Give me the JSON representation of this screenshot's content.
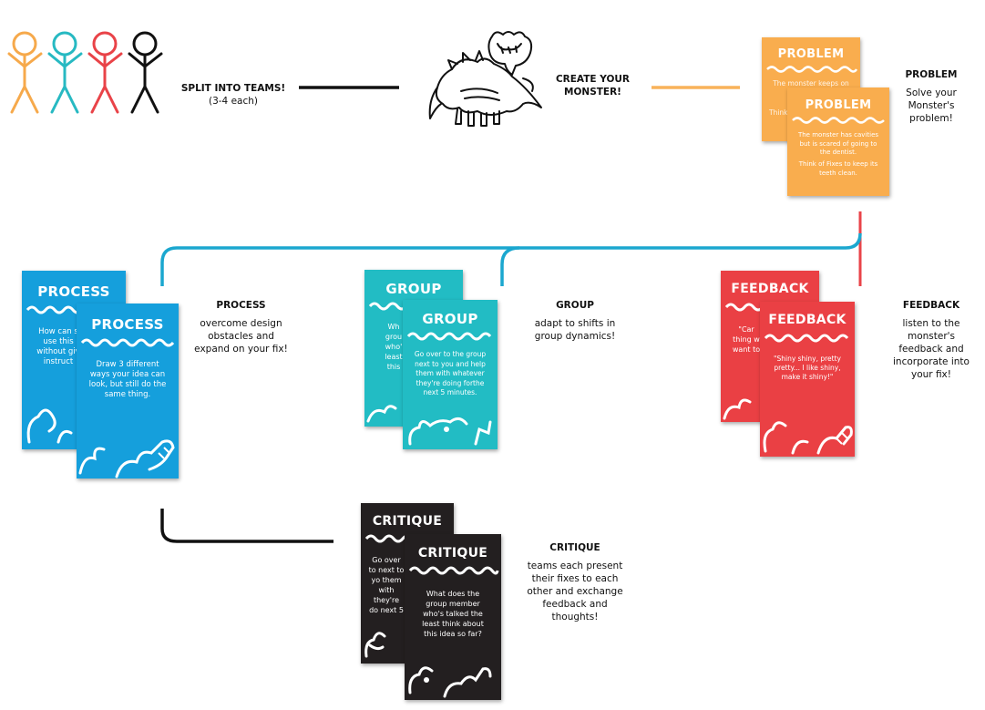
{
  "colors": {
    "orange": "#f9ad4e",
    "teal": "#22bcc4",
    "red": "#ea4044",
    "black": "#111111",
    "blue": "#159fdc",
    "connector_blue": "#1ba7cf"
  },
  "steps": {
    "split": {
      "title": "SPLIT INTO TEAMS!",
      "sub": "(3-4 each)"
    },
    "create": {
      "title": "CREATE YOUR",
      "title2": "MONSTER!"
    },
    "problem": {
      "title": "PROBLEM",
      "desc": "Solve your Monster's problem!"
    },
    "process": {
      "title": "PROCESS",
      "desc": "overcome design obstacles and expand on your fix!"
    },
    "group": {
      "title": "GROUP",
      "desc": "adapt to shifts in group dynamics!"
    },
    "feedback": {
      "title": "FEEDBACK",
      "desc": "listen to the monster's feedback and incorporate into your fix!"
    },
    "critique": {
      "title": "CRITIQUE",
      "desc": "teams each present their fixes to each other and exchange feedback and thoughts!"
    }
  },
  "cards": {
    "problem": {
      "back_title": "PROBLEM",
      "back_text": "The monster keeps on",
      "back_text2": "Think",
      "front_title": "PROBLEM",
      "front_text": "The monster has cavities but is scared of going to the dentist.",
      "front_text2": "Think of Fixes to keep its teeth clean."
    },
    "process": {
      "back_title": "PROCESS",
      "back_text": "How can s use this without giv instruct",
      "front_title": "PROCESS",
      "front_text": "Draw 3 different ways your idea can look, but still do the same thing."
    },
    "group": {
      "back_title": "GROUP",
      "back_text": "Wh grou who' least this",
      "front_title": "GROUP",
      "front_text": "Go over to the group next to you and help them with whatever they're doing forthe next 5 minutes."
    },
    "feedback": {
      "back_title": "FEEDBACK",
      "back_text": "\"Car thing w want to",
      "front_title": "FEEDBACK",
      "front_text": "\"Shiny shiny, pretty pretty... I like shiny, make it shiny!\""
    },
    "critique": {
      "back_title": "CRITIQUE",
      "back_text": "Go over to next to yo them with they're do next 5",
      "front_title": "CRITIQUE",
      "front_text": "What does the group member who's talked the least think about this idea so far?"
    }
  },
  "figures": [
    {
      "name": "person-orange",
      "color": "#f6a94b"
    },
    {
      "name": "person-teal",
      "color": "#27b9c2"
    },
    {
      "name": "person-red",
      "color": "#e94348"
    },
    {
      "name": "person-black",
      "color": "#111111"
    }
  ]
}
